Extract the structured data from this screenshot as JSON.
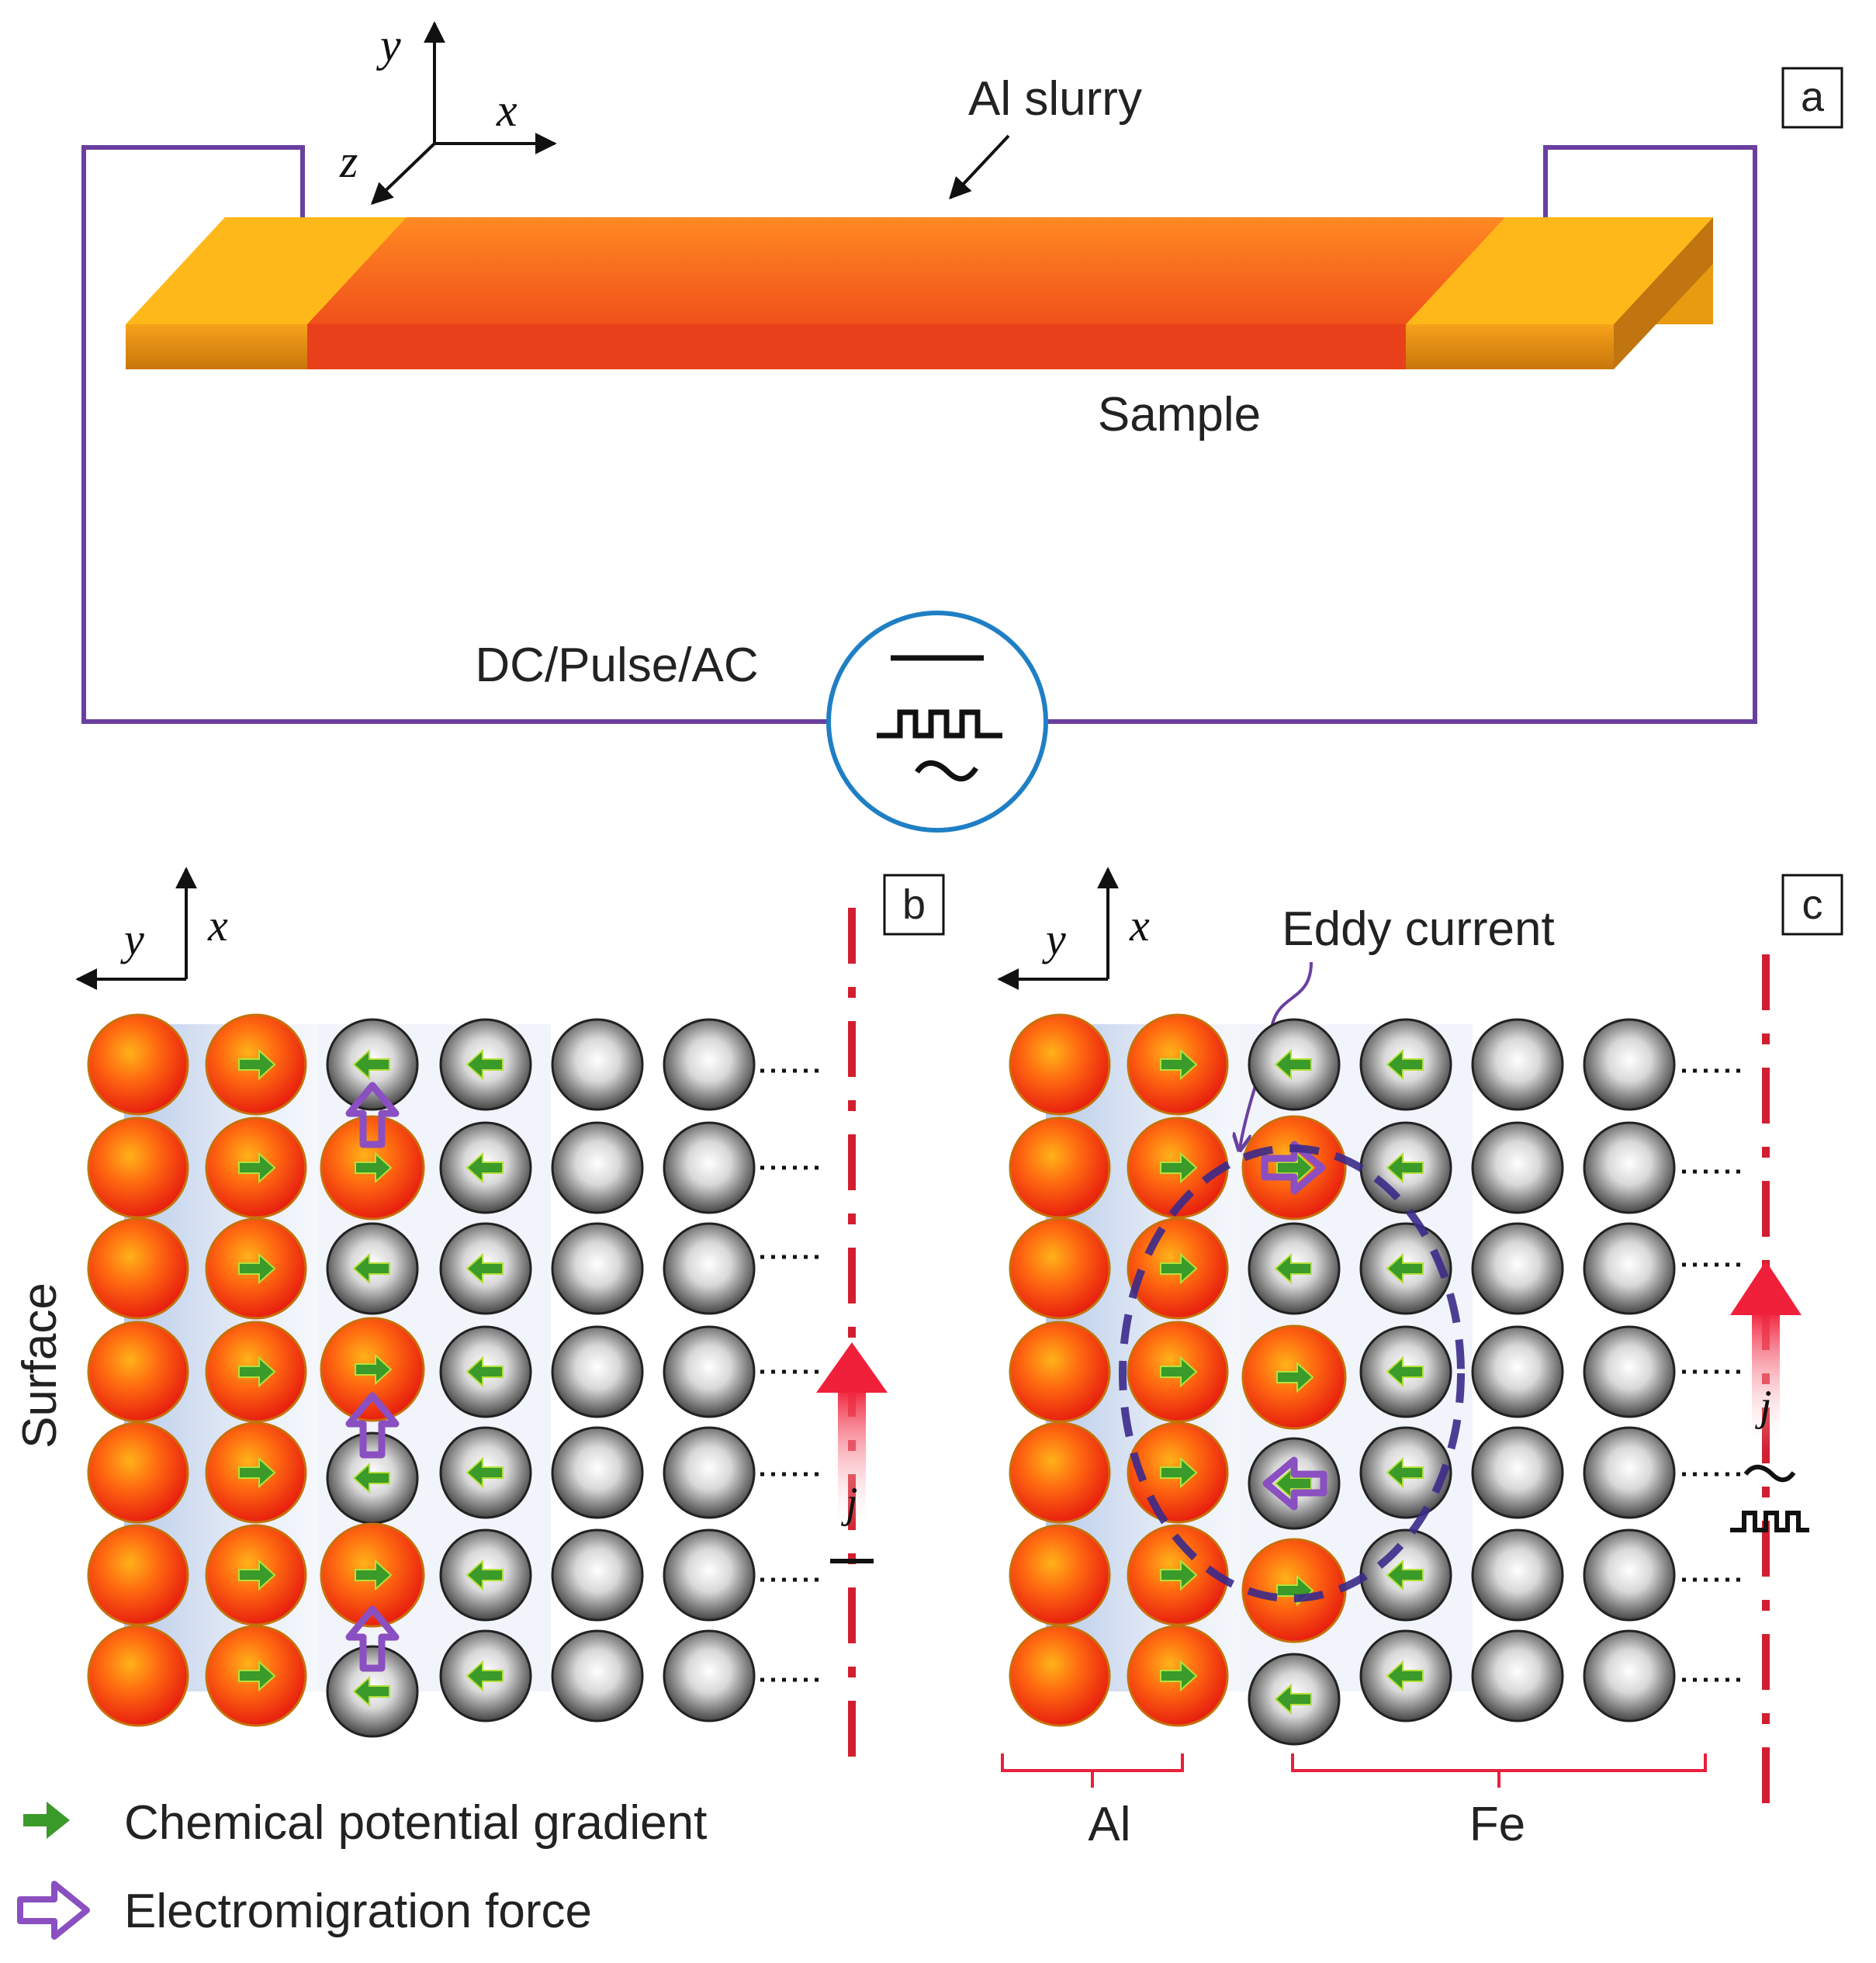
{
  "panel_a": {
    "tag": "a",
    "axes": {
      "y": "y",
      "x": "x",
      "z": "z"
    },
    "slurry_label": "Al slurry",
    "sample_label": "Sample",
    "source_label": "DC/Pulse/AC"
  },
  "panel_b": {
    "tag": "b",
    "axes": {
      "y": "y",
      "x": "x"
    },
    "surface_label": "Surface",
    "current_label": "j"
  },
  "panel_c": {
    "tag": "c",
    "axes": {
      "y": "y",
      "x": "x"
    },
    "eddy_label": "Eddy current",
    "current_label": "j",
    "al_label": "Al",
    "fe_label": "Fe"
  },
  "legend": {
    "chemical": "Chemical potential gradient",
    "electromigration": "Electromigration force"
  },
  "colors": {
    "wire": "#6b3fa0",
    "source_ring": "#1f7fc4",
    "al_atom": "#f2461a",
    "fe_atom": "#8a8a8a",
    "green_arrow": "#3a9a2a",
    "current_arrow": "#e8203a",
    "boundary_dash": "#d21f2f"
  }
}
